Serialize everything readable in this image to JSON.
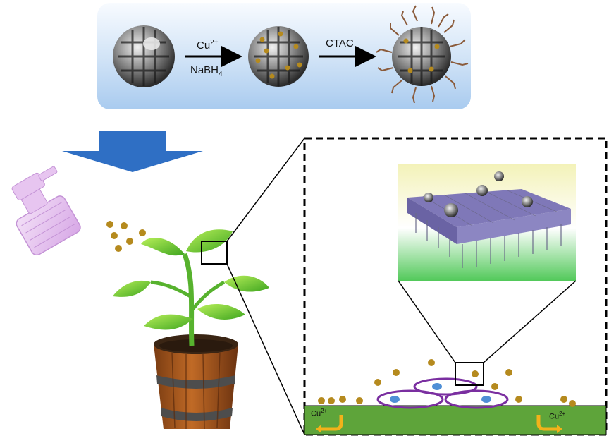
{
  "synthesis": {
    "step1": {
      "reagent_top": "Cu",
      "reagent_top_sup": "2+",
      "reagent_bottom": "NaBH",
      "reagent_bottom_sub": "4"
    },
    "step2": {
      "reagent": "CTAC"
    }
  },
  "surface": {
    "left_ion": "Cu",
    "left_ion_sup": "2+",
    "right_ion": "Cu",
    "right_ion_sup": "2+"
  },
  "colors": {
    "panel_gradient_top": "#f8fbff",
    "panel_gradient_bottom": "#a9cbef",
    "big_arrow": "#2f6fc4",
    "particle": "#b58a1e",
    "leaf_surface": "#5ea43a",
    "cell_outline": "#7a2fa0",
    "cell_nucleus": "#4f8fd6",
    "return_arrow": "#f2b21a",
    "membrane": "#7f78b8"
  }
}
